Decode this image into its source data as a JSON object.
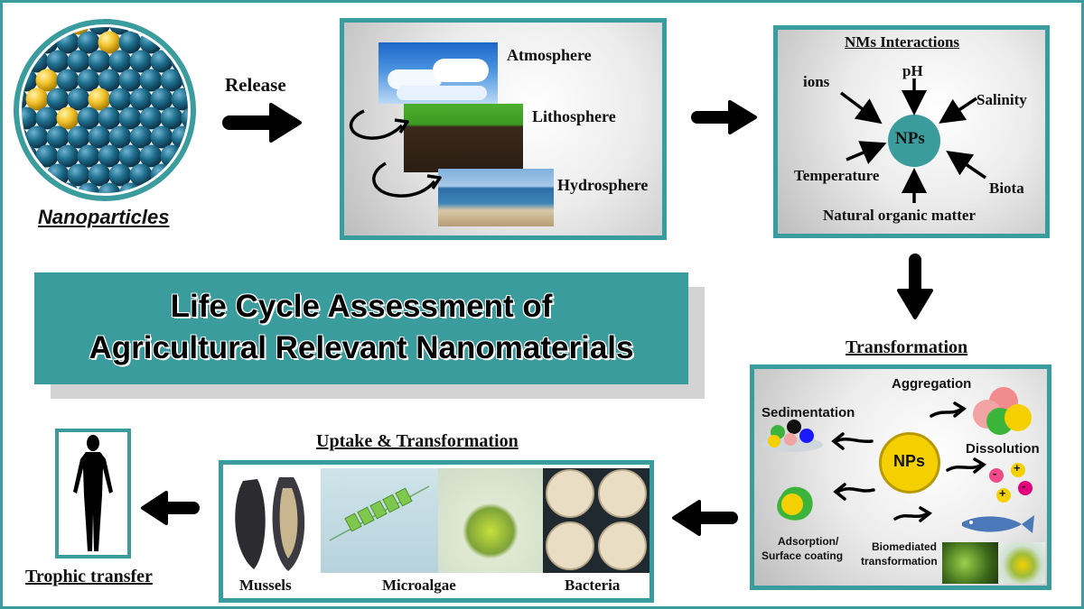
{
  "nanoparticles_label": "Nanoparticles",
  "release_label": "Release",
  "spheres": [
    "Atmosphere",
    "Lithosphere",
    "Hydrosphere"
  ],
  "interactions": {
    "title": "NMs Interactions",
    "center": "NPs",
    "factors": [
      "ions",
      "pH",
      "Salinity",
      "Temperature",
      "Biota",
      "Natural organic matter"
    ]
  },
  "title": {
    "line1": "Life Cycle Assessment of",
    "line2": "Agricultural Relevant Nanomaterials"
  },
  "transformation": {
    "title": "Transformation",
    "center": "NPs",
    "processes": [
      "Aggregation",
      "Sedimentation",
      "Dissolution",
      "Adsorption/",
      "Surface coating",
      "Biomediated",
      "transformation"
    ],
    "ions": [
      "-",
      "+",
      "+",
      "-"
    ]
  },
  "uptake": {
    "title": "Uptake & Transformation",
    "organisms": [
      "Mussels",
      "Microalgae",
      "Bacteria"
    ]
  },
  "trophic_label": "Trophic transfer",
  "colors": {
    "teal": "#3a9c9c",
    "np_blue": "#1f6f8f",
    "np_yellow": "#f4c430",
    "np_center_yellow": "#f5d000"
  }
}
